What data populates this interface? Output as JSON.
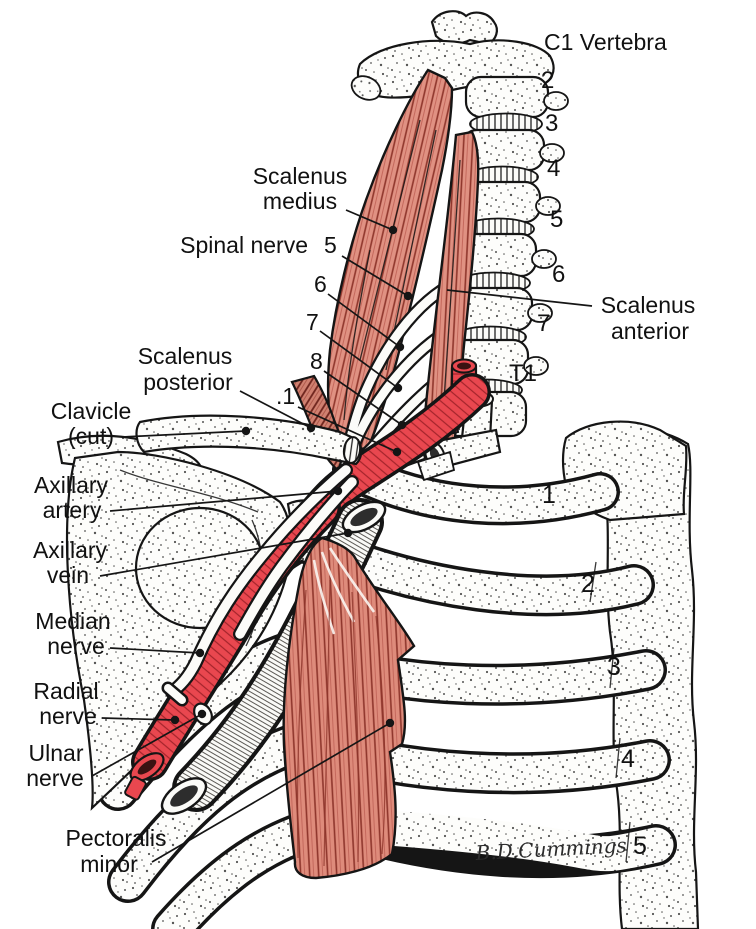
{
  "figure": {
    "signature": "B.D.Cummings",
    "colors": {
      "muscle": "#E09182",
      "muscle_dark": "#8E352B",
      "muscle_posterior": "#D08070",
      "artery": "#E9474F",
      "artery_dark": "#A3242B",
      "bone": "#FDFDFB",
      "ink": "#151515"
    }
  },
  "labels": {
    "c1_vertebra": "C1 Vertebra",
    "vertebrae": {
      "v2": "2",
      "v3": "3",
      "v4": "4",
      "v5": "5",
      "v6": "6",
      "v7": "7",
      "t1": "T1"
    },
    "scalenus_medius": {
      "l1": "Scalenus",
      "l2": "medius"
    },
    "spinal_nerve": {
      "text": "Spinal nerve",
      "n5": "5",
      "n6": "6",
      "n7": "7",
      "n8": "8",
      "n1": ".1"
    },
    "scalenus_anterior": {
      "l1": "Scalenus",
      "l2": "anterior"
    },
    "scalenus_posterior": {
      "l1": "Scalenus",
      "l2": "posterior"
    },
    "clavicle": {
      "l1": "Clavicle",
      "l2": "(cut)"
    },
    "axillary_artery": {
      "l1": "Axillary",
      "l2": "artery"
    },
    "axillary_vein": {
      "l1": "Axillary",
      "l2": "vein"
    },
    "median_nerve": {
      "l1": "Median",
      "l2": "nerve"
    },
    "radial_nerve": {
      "l1": "Radial",
      "l2": "nerve"
    },
    "ulnar_nerve": {
      "l1": "Ulnar",
      "l2": "nerve"
    },
    "pectoralis_minor": {
      "l1": "Pectoralis",
      "l2": "minor"
    },
    "ribs": {
      "r1": "1",
      "r2": "2",
      "r3": "3",
      "r4": "4",
      "r5": "5"
    }
  }
}
